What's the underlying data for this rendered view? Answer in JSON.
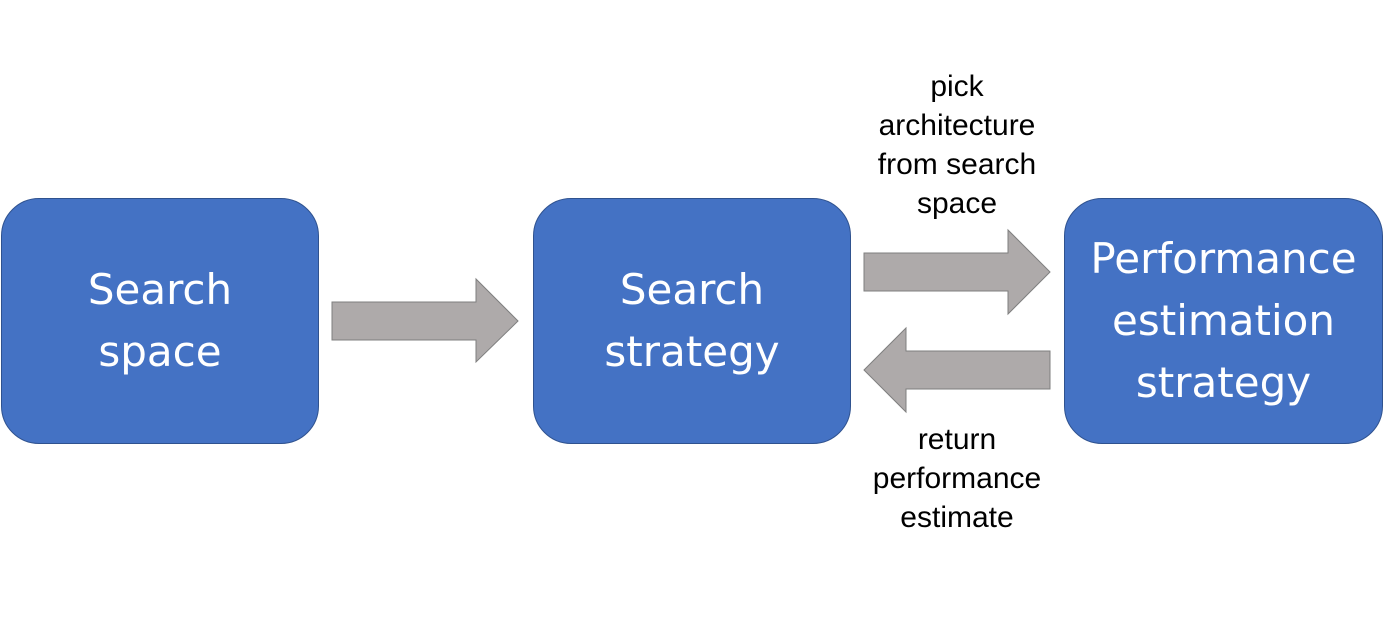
{
  "nodes": {
    "search_space": "Search\nspace",
    "search_strategy": "Search\nstrategy",
    "performance_estimation_strategy": "Performance\nestimation\nstrategy"
  },
  "edges": {
    "pick_architecture": "pick\narchitecture\nfrom search\nspace",
    "return_performance": "return\nperformance\nestimate"
  },
  "colors": {
    "node_fill": "#4472c4",
    "node_border": "#2f528f",
    "node_text": "#ffffff",
    "arrow_fill": "#aeaaaa",
    "arrow_stroke": "#7f7f7f",
    "edge_text": "#000000"
  }
}
